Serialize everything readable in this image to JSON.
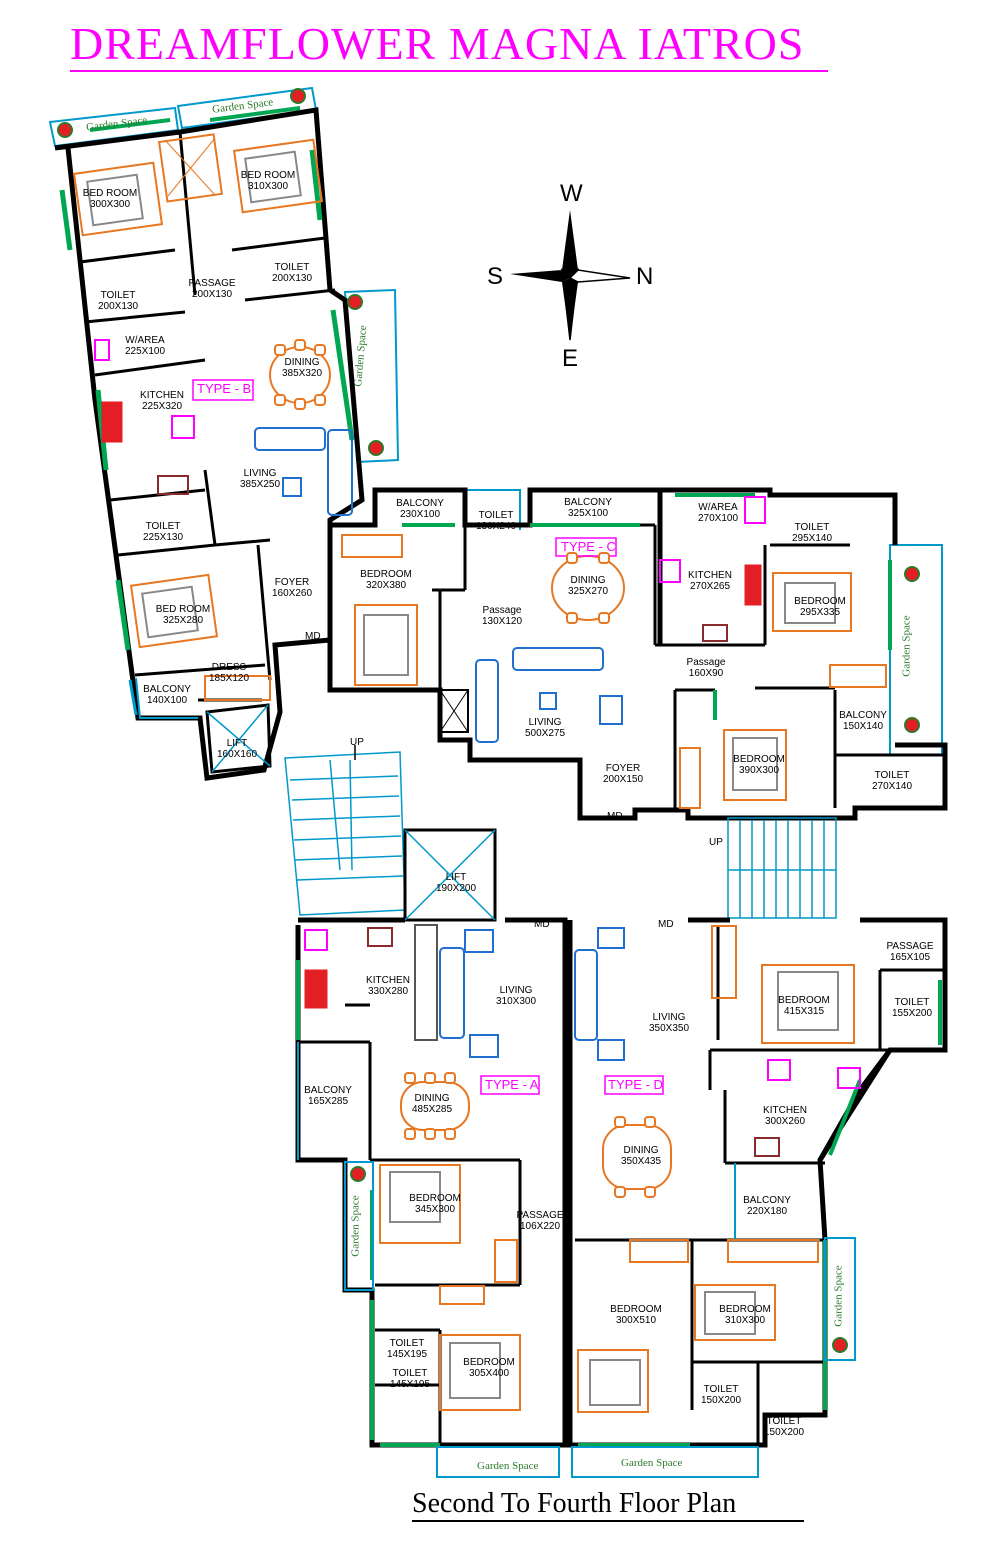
{
  "title": "DREAMFLOWER MAGNA IATROS",
  "footer": "Second To Fourth Floor Plan",
  "colors": {
    "title": "#ff00ff",
    "wall": "#000000",
    "glazing": "#00a651",
    "balcony_rail": "#0099cc",
    "furniture_bed": "#e87722",
    "furniture_sofa": "#1f6fd1",
    "door_panel": "#ffec5c",
    "type_label": "#ff00ff",
    "kitchen_hob": "#e31e24"
  },
  "compass": {
    "top": "W",
    "right": "N",
    "bottom": "E",
    "left": "S"
  },
  "garden_label": "Garden Space",
  "type_labels": {
    "a": "TYPE - A",
    "b": "TYPE - B",
    "c": "TYPE - C",
    "d": "TYPE - D"
  },
  "markers": {
    "md": "MD",
    "up": "UP"
  },
  "rooms": {
    "b_bed1": {
      "name": "BED ROOM",
      "size": "300X300"
    },
    "b_bed2": {
      "name": "BED ROOM",
      "size": "310X300"
    },
    "b_toilet1": {
      "name": "TOILET",
      "size": "200X130"
    },
    "b_passage": {
      "name": "PASSAGE",
      "size": "200X130"
    },
    "b_toilet2": {
      "name": "TOILET",
      "size": "200X130"
    },
    "b_warea": {
      "name": "W/AREA",
      "size": "225X100"
    },
    "b_dining": {
      "name": "DINING",
      "size": "385X320"
    },
    "b_kitchen": {
      "name": "KITCHEN",
      "size": "225X320"
    },
    "b_living": {
      "name": "LIVING",
      "size": "385X250"
    },
    "b_toilet3": {
      "name": "TOILET",
      "size": "225X130"
    },
    "b_bed3": {
      "name": "BED ROOM",
      "size": "325X280"
    },
    "b_foyer": {
      "name": "FOYER",
      "size": "160X260"
    },
    "b_dress": {
      "name": "DRESS",
      "size": "185X120"
    },
    "b_balcony": {
      "name": "BALCONY",
      "size": "140X100"
    },
    "b_lift": {
      "name": "LIFT",
      "size": "160X160"
    },
    "c_balcony1": {
      "name": "BALCONY",
      "size": "230X100"
    },
    "c_toilet1": {
      "name": "TOILET",
      "size": "130X240"
    },
    "c_balcony2": {
      "name": "BALCONY",
      "size": "325X100"
    },
    "c_warea": {
      "name": "W/AREA",
      "size": "270X100"
    },
    "c_toilet2": {
      "name": "TOILET",
      "size": "295X140"
    },
    "c_bed1": {
      "name": "BEDROOM",
      "size": "320X380"
    },
    "c_dining": {
      "name": "DINING",
      "size": "325X270"
    },
    "c_kitchen": {
      "name": "KITCHEN",
      "size": "270X265"
    },
    "c_bed2": {
      "name": "BEDROOM",
      "size": "295X335"
    },
    "c_passage1": {
      "name": "Passage",
      "size": "130X120"
    },
    "c_passage2": {
      "name": "Passage",
      "size": "160X90"
    },
    "c_living": {
      "name": "LIVING",
      "size": "500X275"
    },
    "c_balcony3": {
      "name": "BALCONY",
      "size": "150X140"
    },
    "c_foyer": {
      "name": "FOYER",
      "size": "200X150"
    },
    "c_bed3": {
      "name": "BEDROOM",
      "size": "390X300"
    },
    "c_toilet3": {
      "name": "TOILET",
      "size": "270X140"
    },
    "lift2": {
      "name": "LIFT",
      "size": "190X200"
    },
    "a_kitchen": {
      "name": "KITCHEN",
      "size": "330X280"
    },
    "a_living": {
      "name": "LIVING",
      "size": "310X300"
    },
    "a_balcony": {
      "name": "BALCONY",
      "size": "165X285"
    },
    "a_dining": {
      "name": "DINING",
      "size": "485X285"
    },
    "a_bed1": {
      "name": "BEDROOM",
      "size": "345X300"
    },
    "a_passage": {
      "name": "PASSAGE",
      "size": "106X220"
    },
    "a_toilet1": {
      "name": "TOILET",
      "size": "145X195"
    },
    "a_toilet2": {
      "name": "TOILET",
      "size": "145X195"
    },
    "a_bed2": {
      "name": "BEDROOM",
      "size": "305X400"
    },
    "d_living": {
      "name": "LIVING",
      "size": "350X350"
    },
    "d_bed1": {
      "name": "BEDROOM",
      "size": "415X315"
    },
    "d_passage": {
      "name": "PASSAGE",
      "size": "165X105"
    },
    "d_toilet1": {
      "name": "TOILET",
      "size": "155X200"
    },
    "d_kitchen": {
      "name": "KITCHEN",
      "size": "300X260"
    },
    "d_dining": {
      "name": "DINING",
      "size": "350X435"
    },
    "d_balcony": {
      "name": "BALCONY",
      "size": "220X180"
    },
    "d_bed2": {
      "name": "BEDROOM",
      "size": "300X510"
    },
    "d_bed3": {
      "name": "BEDROOM",
      "size": "310X300"
    },
    "d_toilet2": {
      "name": "TOILET",
      "size": "150X200"
    },
    "d_toilet3": {
      "name": "TOILET",
      "size": "150X200"
    }
  }
}
